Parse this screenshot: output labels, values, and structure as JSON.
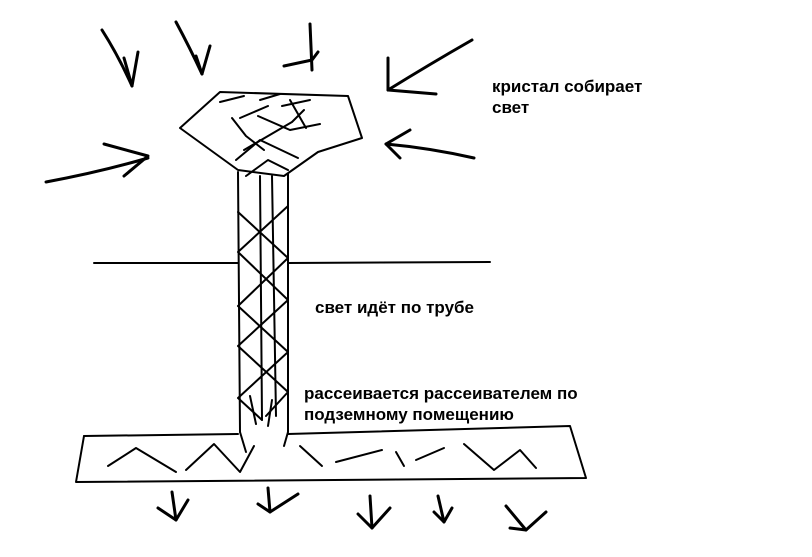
{
  "labels": {
    "crystal_line1": "кристал собирает",
    "crystal_line2": "свет",
    "tube": "свет идёт по трубе",
    "diffuser_line1": "рассеивается рассеивателем по",
    "diffuser_line2": "подземному помещению"
  },
  "colors": {
    "ink": "#000000",
    "background": "#ffffff"
  }
}
